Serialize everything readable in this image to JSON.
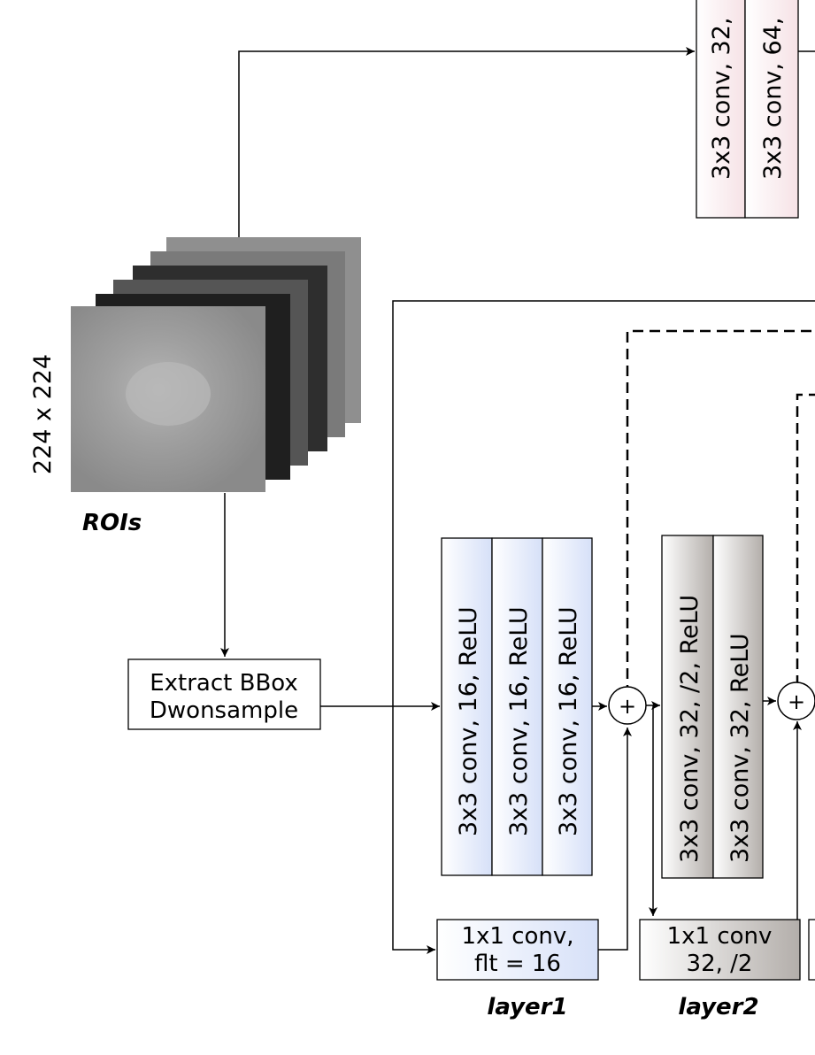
{
  "roi_stack": {
    "size_label": "224 x 224",
    "caption": "ROIs"
  },
  "extract_box": {
    "line1": "Extract BBox",
    "line2": "Dwonsample"
  },
  "top_block": {
    "convs": [
      "3x3 conv, 32,",
      "3x3 conv, 64,"
    ]
  },
  "layer1": {
    "convs": [
      "3x3 conv, 16, ReLU",
      "3x3 conv, 16, ReLU",
      "3x3 conv, 16, ReLU"
    ],
    "shortcut_line1": "1x1 conv,",
    "shortcut_line2": "flt = 16",
    "caption": "layer1",
    "color": "#dde6f8"
  },
  "layer2": {
    "convs": [
      "3x3 conv, 32, /2, ReLU",
      "3x3 conv, 32, ReLU"
    ],
    "shortcut_line1": "1x1 conv",
    "shortcut_line2": "32, /2",
    "caption": "layer2",
    "color": "#bdb8b4"
  },
  "adders": [
    "+",
    "+"
  ]
}
